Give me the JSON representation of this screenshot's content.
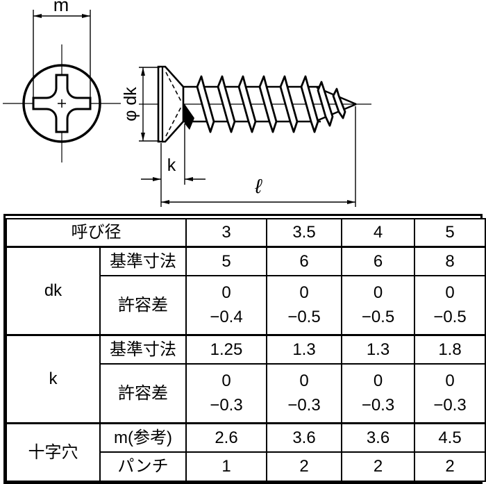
{
  "drawing": {
    "labels": {
      "m": "m",
      "phi_dk": "φ dk",
      "k": "k",
      "length": "ℓ"
    }
  },
  "table": {
    "nominal_label": "呼び径",
    "nominal_sizes": [
      "3",
      "3.5",
      "4",
      "5"
    ],
    "sections": [
      {
        "label": "dk",
        "rows": [
          {
            "name": "基準寸法",
            "values": [
              "5",
              "6",
              "6",
              "8"
            ]
          },
          {
            "name": "許容差",
            "upper": [
              "0",
              "0",
              "0",
              "0"
            ],
            "lower": [
              "−0.4",
              "−0.5",
              "−0.5",
              "−0.5"
            ]
          }
        ]
      },
      {
        "label": "k",
        "rows": [
          {
            "name": "基準寸法",
            "values": [
              "1.25",
              "1.3",
              "1.3",
              "1.8"
            ]
          },
          {
            "name": "許容差",
            "upper": [
              "0",
              "0",
              "0",
              "0"
            ],
            "lower": [
              "−0.3",
              "−0.3",
              "−0.3",
              "−0.3"
            ]
          }
        ]
      },
      {
        "label": "十字穴",
        "rows": [
          {
            "name": "m(参考)",
            "values": [
              "2.6",
              "3.6",
              "3.6",
              "4.5"
            ]
          },
          {
            "name": "パンチ",
            "values": [
              "1",
              "2",
              "2",
              "2"
            ]
          }
        ]
      }
    ]
  },
  "colors": {
    "line": "#000000",
    "background": "#ffffff"
  }
}
